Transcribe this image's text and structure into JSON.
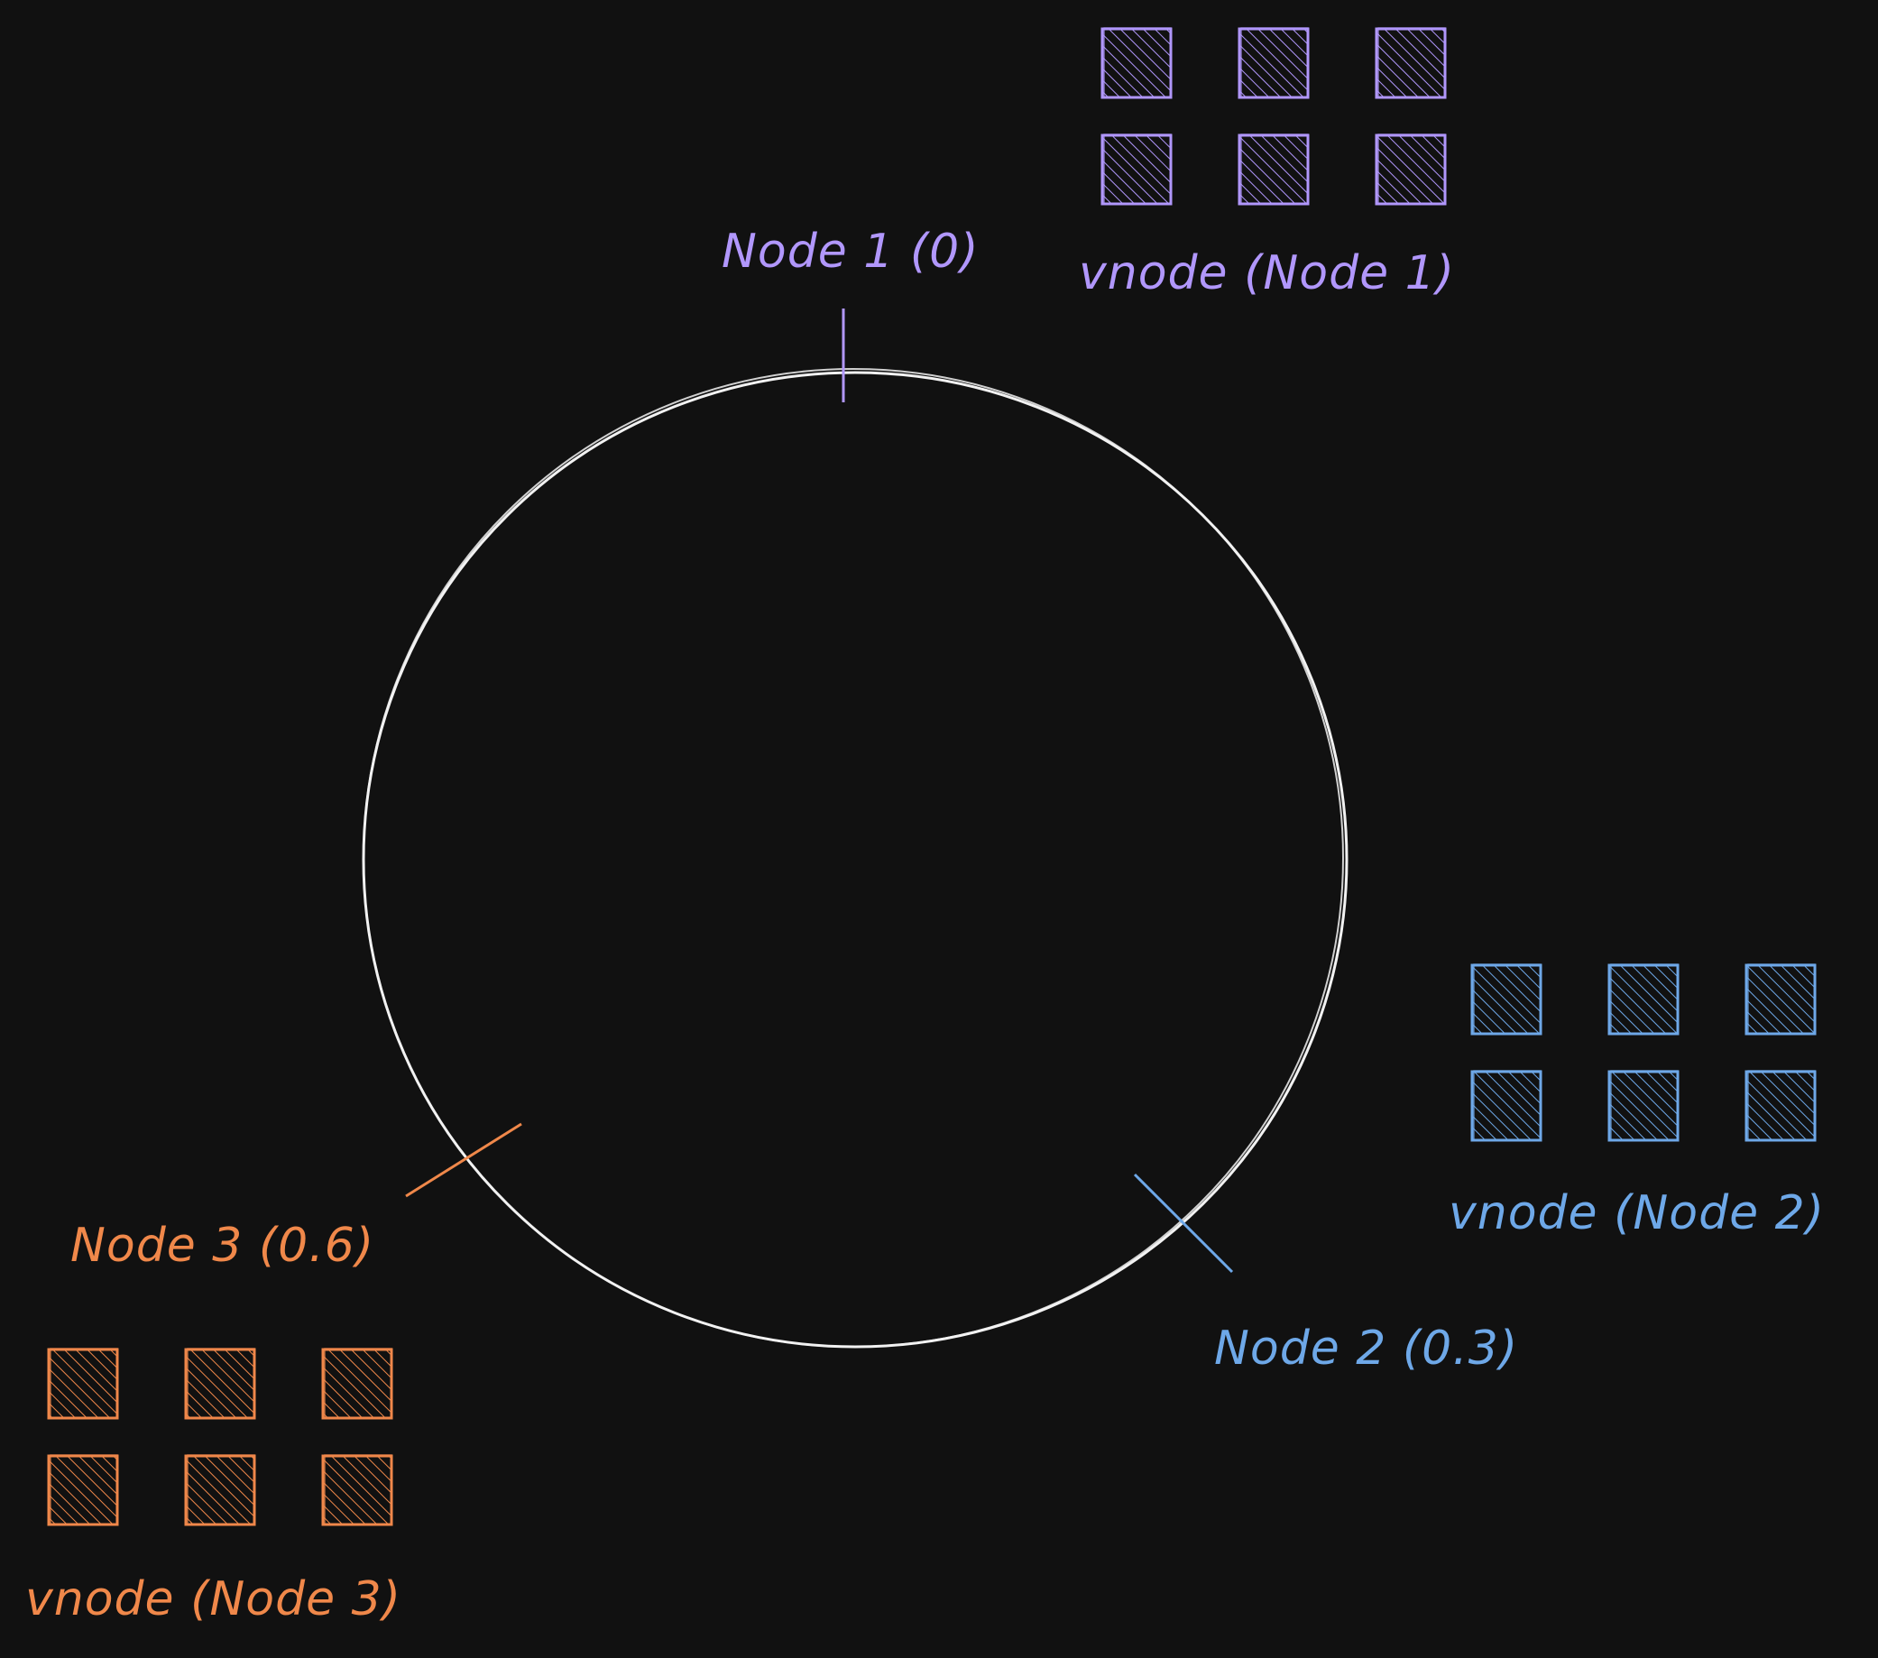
{
  "colors": {
    "background": "#111111",
    "ring": "#f2f2f2",
    "node1": "#b197fc",
    "node2": "#6ea8e8",
    "node3": "#f0884a"
  },
  "nodes": [
    {
      "id": "node1",
      "label": "Node 1 (0)",
      "position": 0,
      "color": "#b197fc",
      "vnode_label": "vnode (Node 1)",
      "vnode_count": 6
    },
    {
      "id": "node2",
      "label": "Node 2 (0.3)",
      "position": 0.3,
      "color": "#6ea8e8",
      "vnode_label": "vnode (Node 2)",
      "vnode_count": 6
    },
    {
      "id": "node3",
      "label": "Node 3 (0.6)",
      "position": 0.6,
      "color": "#f0884a",
      "vnode_label": "vnode (Node 3)",
      "vnode_count": 6
    }
  ]
}
